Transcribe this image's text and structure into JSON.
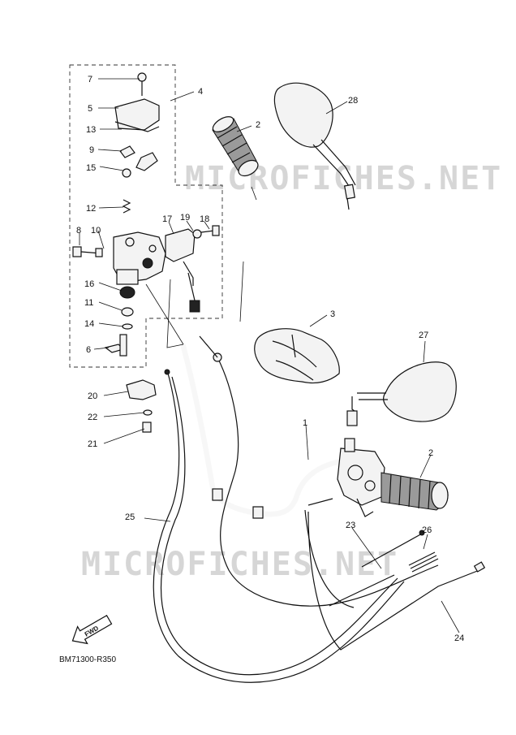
{
  "watermark": "MICROFICHES.NET",
  "diagram_code": "BM71300-R350",
  "fwd_label": "FWD",
  "callouts": {
    "c1": "1",
    "c2a": "2",
    "c2b": "2",
    "c3": "3",
    "c4": "4",
    "c5": "5",
    "c6": "6",
    "c7": "7",
    "c8": "8",
    "c9": "9",
    "c10": "10",
    "c11": "11",
    "c12": "12",
    "c13": "13",
    "c14": "14",
    "c15": "15",
    "c16": "16",
    "c17": "17",
    "c18": "18",
    "c19": "19",
    "c20": "20",
    "c21": "21",
    "c22": "22",
    "c23": "23",
    "c24": "24",
    "c25": "25",
    "c26": "26",
    "c27": "27",
    "c28": "28"
  }
}
